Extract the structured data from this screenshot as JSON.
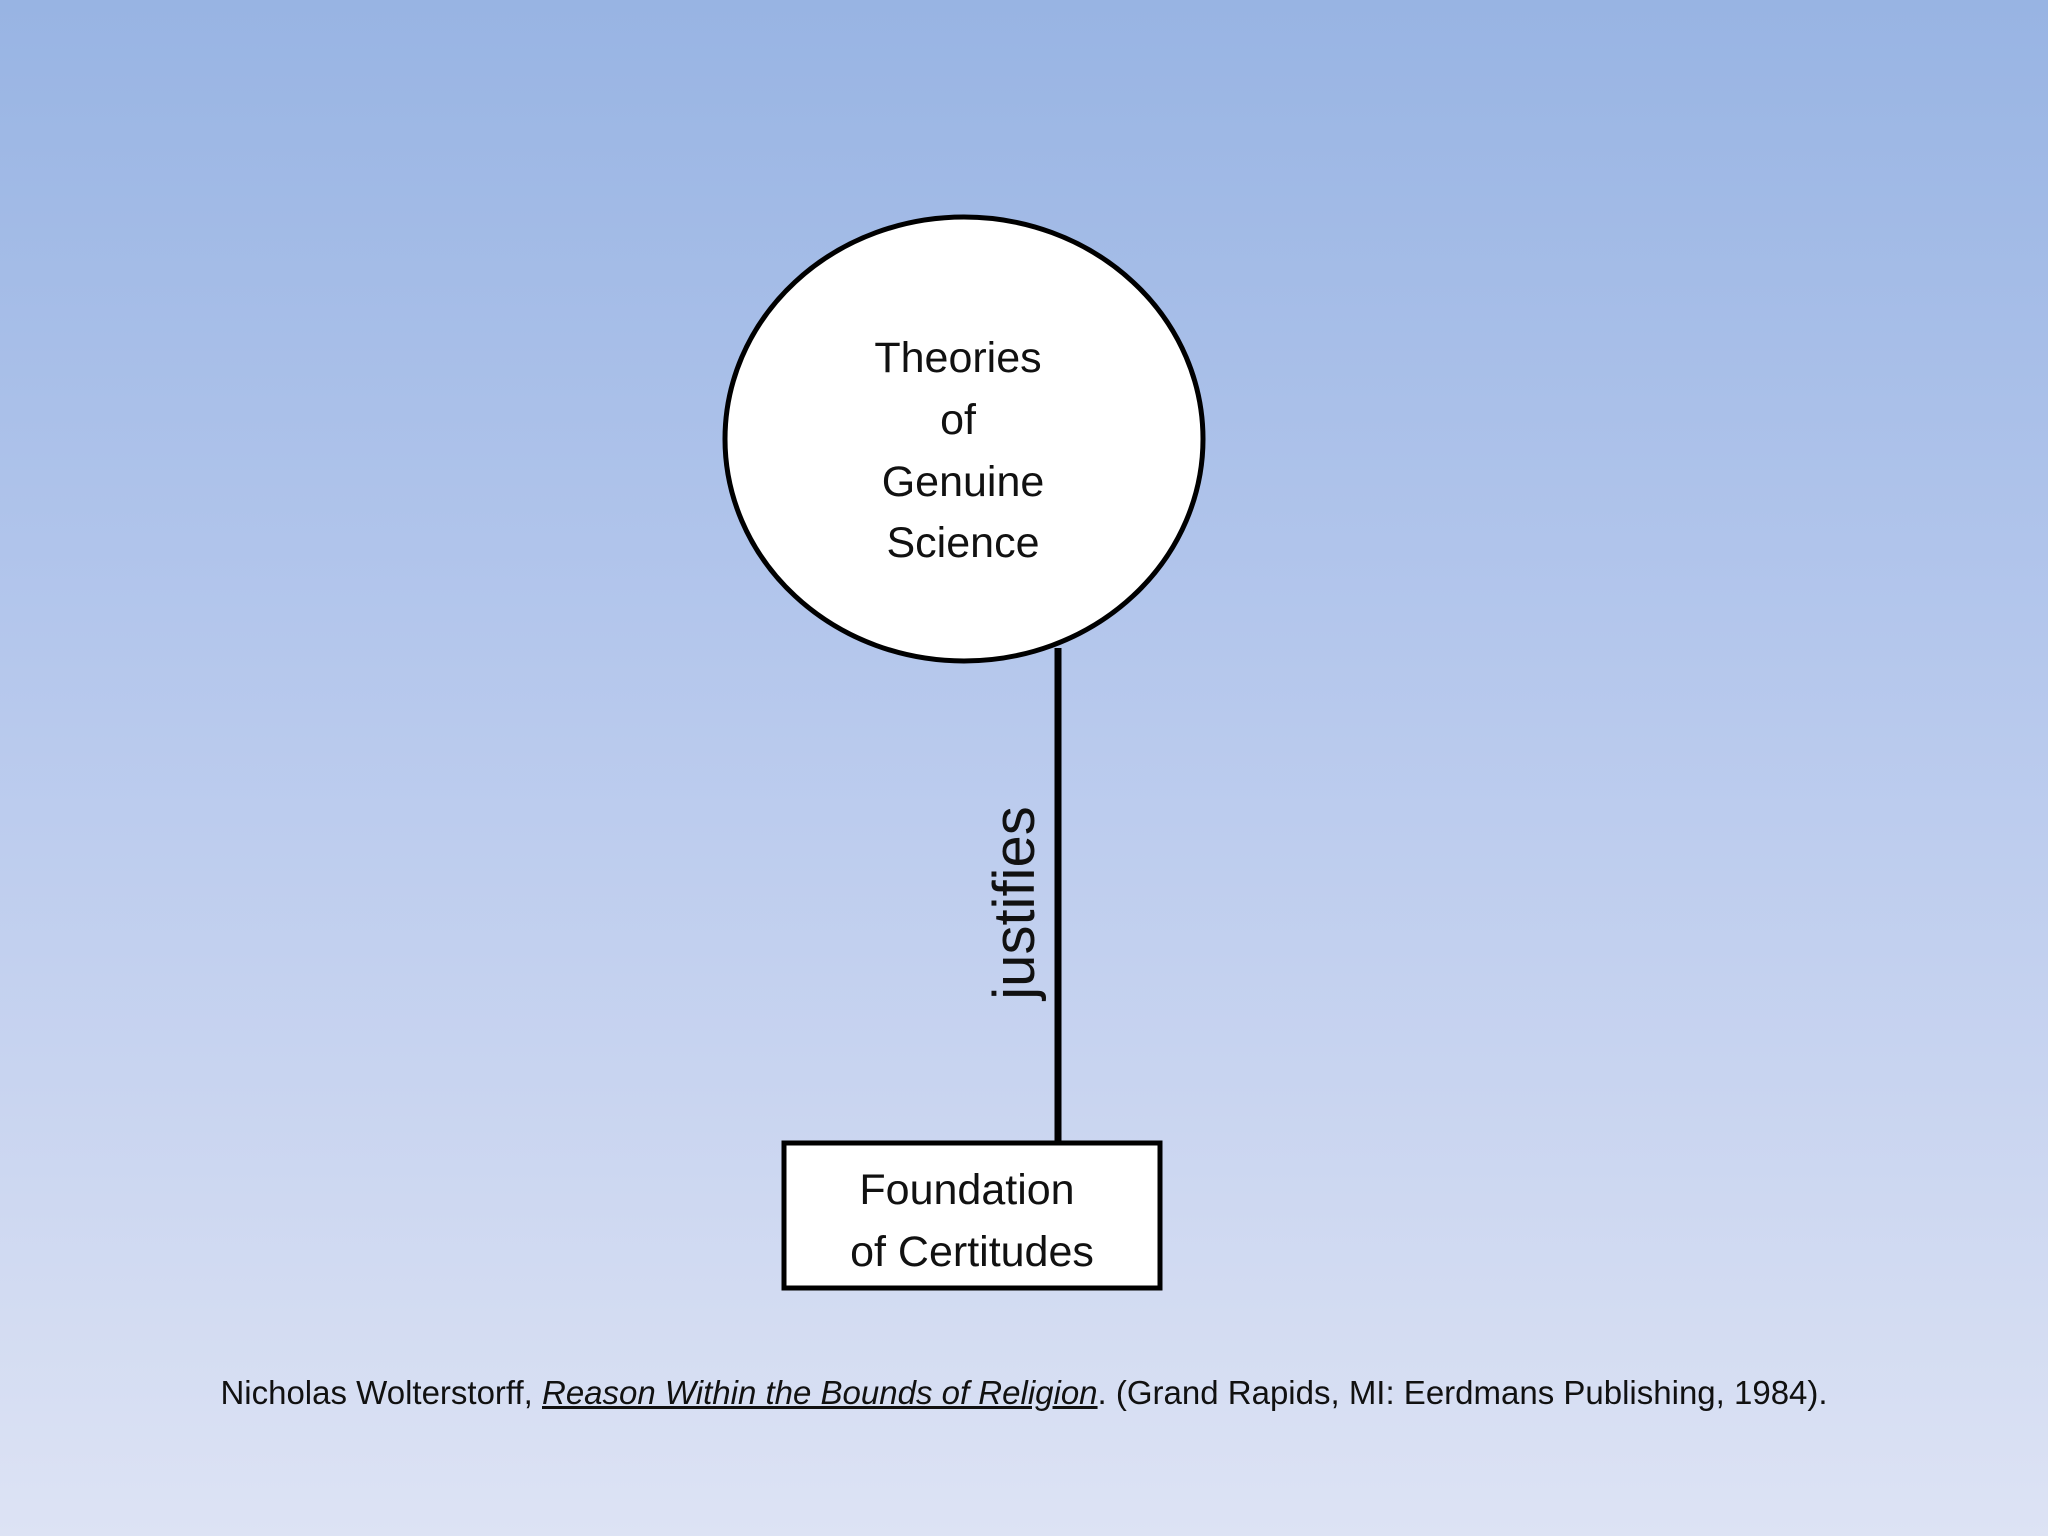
{
  "diagram": {
    "top_node": {
      "lines": [
        "Theories",
        "of",
        "Genuine",
        "Science"
      ]
    },
    "bottom_node": {
      "lines": [
        "Foundation",
        "of Certitudes"
      ]
    },
    "edge": {
      "label": "justifies"
    }
  },
  "citation": {
    "author": "Nicholas Wolterstorff, ",
    "book_title": "Reason Within the Bounds of Religion",
    "publication": ". (Grand Rapids, MI: Eerdmans Publishing, 1984)."
  },
  "colors": {
    "stroke": "#000000",
    "node_fill": "#ffffff",
    "text": "#111111"
  }
}
